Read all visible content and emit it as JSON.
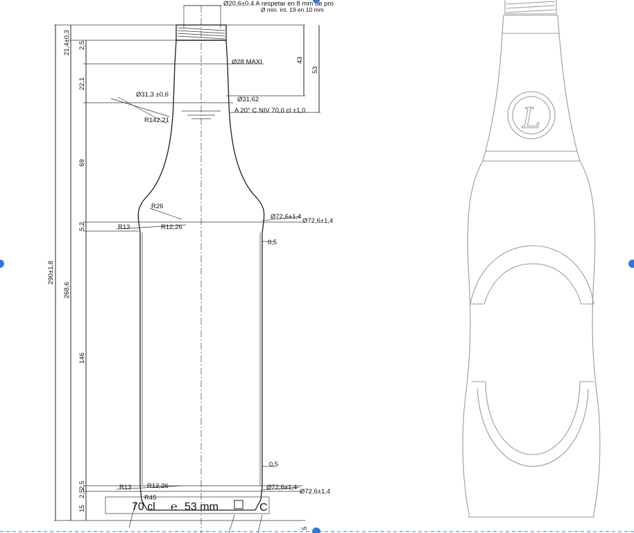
{
  "drawing": {
    "neck_diameter": "Ø20,6±0.4  A  respetar  en  8  mm  de  pro",
    "neck_min_int": "Ø  min. int. 19  en  10  mm",
    "top_max_dia": "Ø28 MAXI",
    "shoulder_dia": "Ø31,3  ±0,6",
    "shoulder_dia_2": "Ø31,62",
    "fill_level": "A  20°  C  NIV  70,0  cl  ±1,0",
    "radius_42": "R142,21",
    "radius_26": "R26",
    "radius_13_top": "R13",
    "radius_1226_top": "R12,26",
    "body_dia_top_1": "Ø72,6±1,4",
    "body_dia_top_2": "Ø72,6±1,4",
    "wall_top": "0,5",
    "wall_bottom": "0,5",
    "radius_13_bottom": "R13",
    "radius_1226_bottom": "R12,26",
    "radius_45": "R45",
    "body_dia_bottom_1": "Ø72,6±1,4",
    "body_dia_bottom_2": "Ø72,6±1,4",
    "dim_total": "290±1,8",
    "dim_body": "268,6",
    "dim_finish": "21,4±0,3",
    "dim_25_top": "2,5",
    "dim_221": "22,1",
    "dim_69": "69",
    "dim_52": "5,2",
    "dim_146": "146",
    "dim_25_bottom": "2,5",
    "dim_25_bottom_b": "2,5",
    "dim_15": "15",
    "dim_43": "43",
    "dim_53": "53",
    "dim_5": "5",
    "base_mark_volume": "70  cl",
    "base_mark_e": "℮",
    "base_mark_size": "53  mm",
    "base_mark_box": "□",
    "base_mark_c": "C",
    "logo_letter": "L"
  }
}
